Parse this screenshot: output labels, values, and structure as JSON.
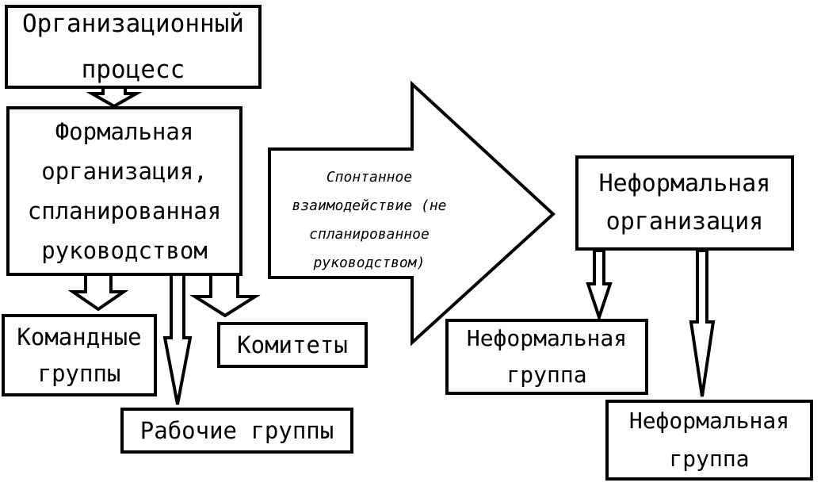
{
  "diagram": {
    "nodes": {
      "org_process": "Организационный\nпроцесс",
      "formal_org": "Формальная\nорганизация,\nспланированная\nруководством",
      "command_groups": "Командные\nгруппы",
      "work_groups": "Рабочие группы",
      "committees": "Комитеты",
      "spontaneous": "Спонтанное\nвзаимодействие (не\nспланированное\nруководством)",
      "informal_org": "Неформальная\nорганизация",
      "informal_group_1": "Неформальная\nгруппа",
      "informal_group_2": "Неформальная\nгруппа"
    },
    "colors": {
      "stroke": "#000000",
      "fill": "#ffffff"
    }
  }
}
